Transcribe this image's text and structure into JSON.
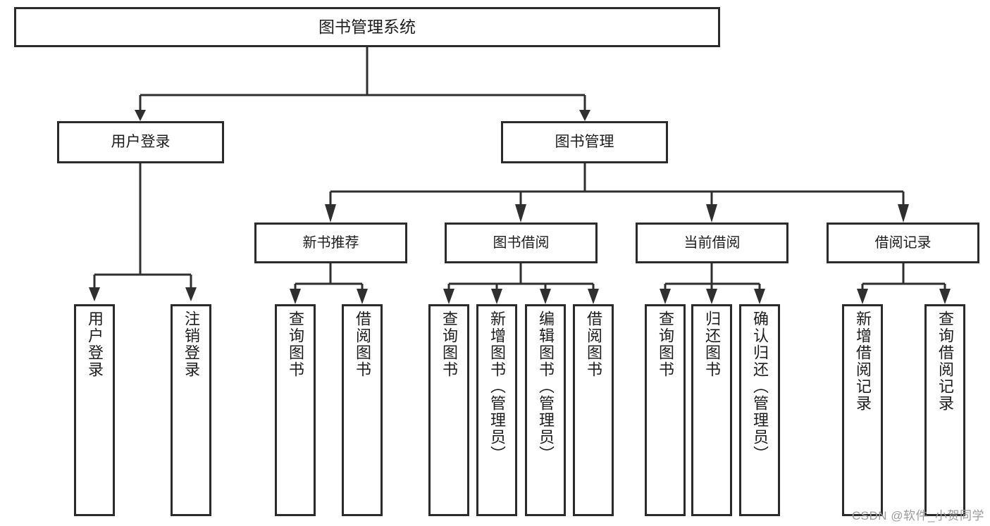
{
  "diagram": {
    "title": "图书管理系统",
    "watermark": "CSDN @软件_小贺同学",
    "line_color": "#2f2f2f",
    "box_border_color": "#2b2b2b",
    "box_fill_color": "#ffffff",
    "text_color": "#1d1d1d",
    "watermark_color": "#9b9b9b"
  },
  "nodes": {
    "root": {
      "label": "图书管理系统"
    },
    "tier2": [
      {
        "label": "用户登录"
      },
      {
        "label": "图书管理"
      }
    ],
    "tier3": [
      {
        "label": "新书推荐"
      },
      {
        "label": "图书借阅"
      },
      {
        "label": "当前借阅"
      },
      {
        "label": "借阅记录"
      }
    ],
    "leaves": {
      "user_login": [
        {
          "label": "用户登录"
        },
        {
          "label": "注销登录"
        }
      ],
      "new_book_recommend": [
        {
          "label": "查询图书"
        },
        {
          "label": "借阅图书"
        }
      ],
      "book_borrow": [
        {
          "label": "查询图书"
        },
        {
          "label": "新增图书（管理员）"
        },
        {
          "label": "编辑图书（管理员）"
        },
        {
          "label": "借阅图书"
        }
      ],
      "current_borrow": [
        {
          "label": "查询图书"
        },
        {
          "label": "归还图书"
        },
        {
          "label": "确认归还（管理员）"
        }
      ],
      "borrow_record": [
        {
          "label": "新增借阅记录"
        },
        {
          "label": "查询借阅记录"
        }
      ]
    }
  }
}
